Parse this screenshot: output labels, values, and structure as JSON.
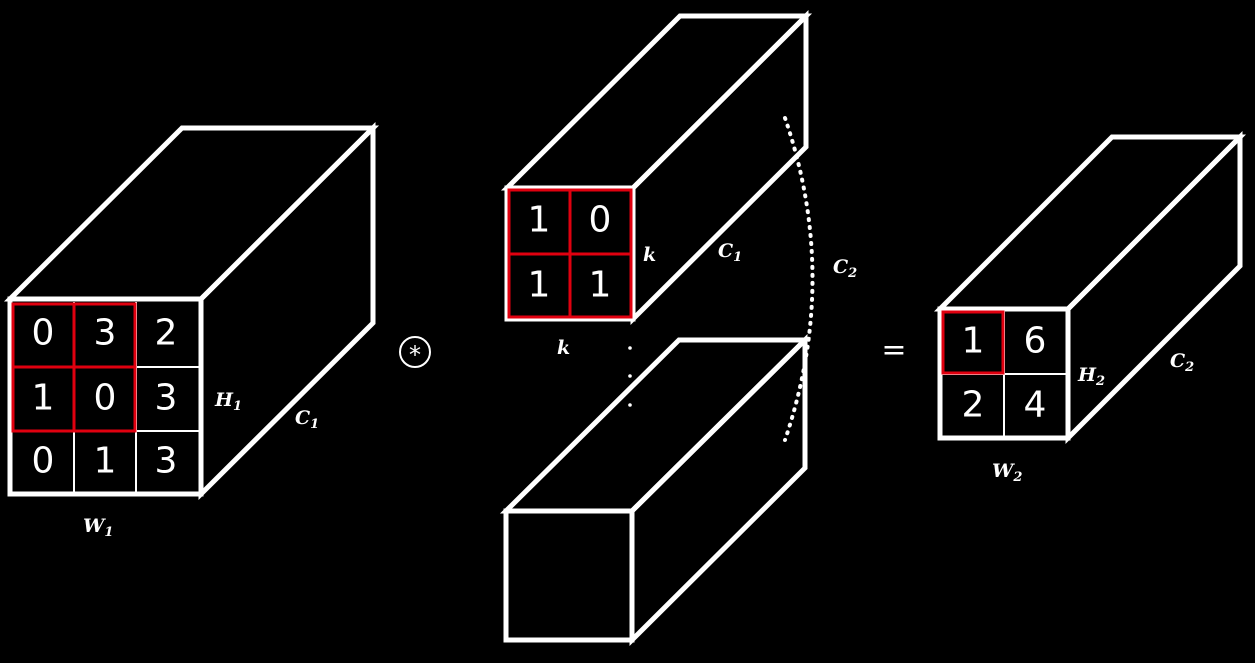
{
  "input": {
    "grid": [
      [
        "0",
        "3",
        "2"
      ],
      [
        "1",
        "0",
        "3"
      ],
      [
        "0",
        "1",
        "3"
      ]
    ],
    "width_label": "W",
    "width_sub": "1",
    "height_label": "H",
    "height_sub": "1",
    "depth_label": "C",
    "depth_sub": "1"
  },
  "operator": "*",
  "kernel": {
    "grid": [
      [
        "1",
        "0"
      ],
      [
        "1",
        "1"
      ]
    ],
    "size_label_side": "k",
    "size_label_bottom": "k",
    "depth_label": "C",
    "depth_sub": "1",
    "count_label": "C",
    "count_sub": "2"
  },
  "equals": "=",
  "output": {
    "grid": [
      [
        "1",
        "6"
      ],
      [
        "2",
        "4"
      ]
    ],
    "width_label": "W",
    "width_sub": "2",
    "height_label": "H",
    "height_sub": "2",
    "depth_label": "C",
    "depth_sub": "2"
  },
  "colors": {
    "background": "#000000",
    "lines": "#ffffff",
    "highlight": "#e0000f"
  }
}
